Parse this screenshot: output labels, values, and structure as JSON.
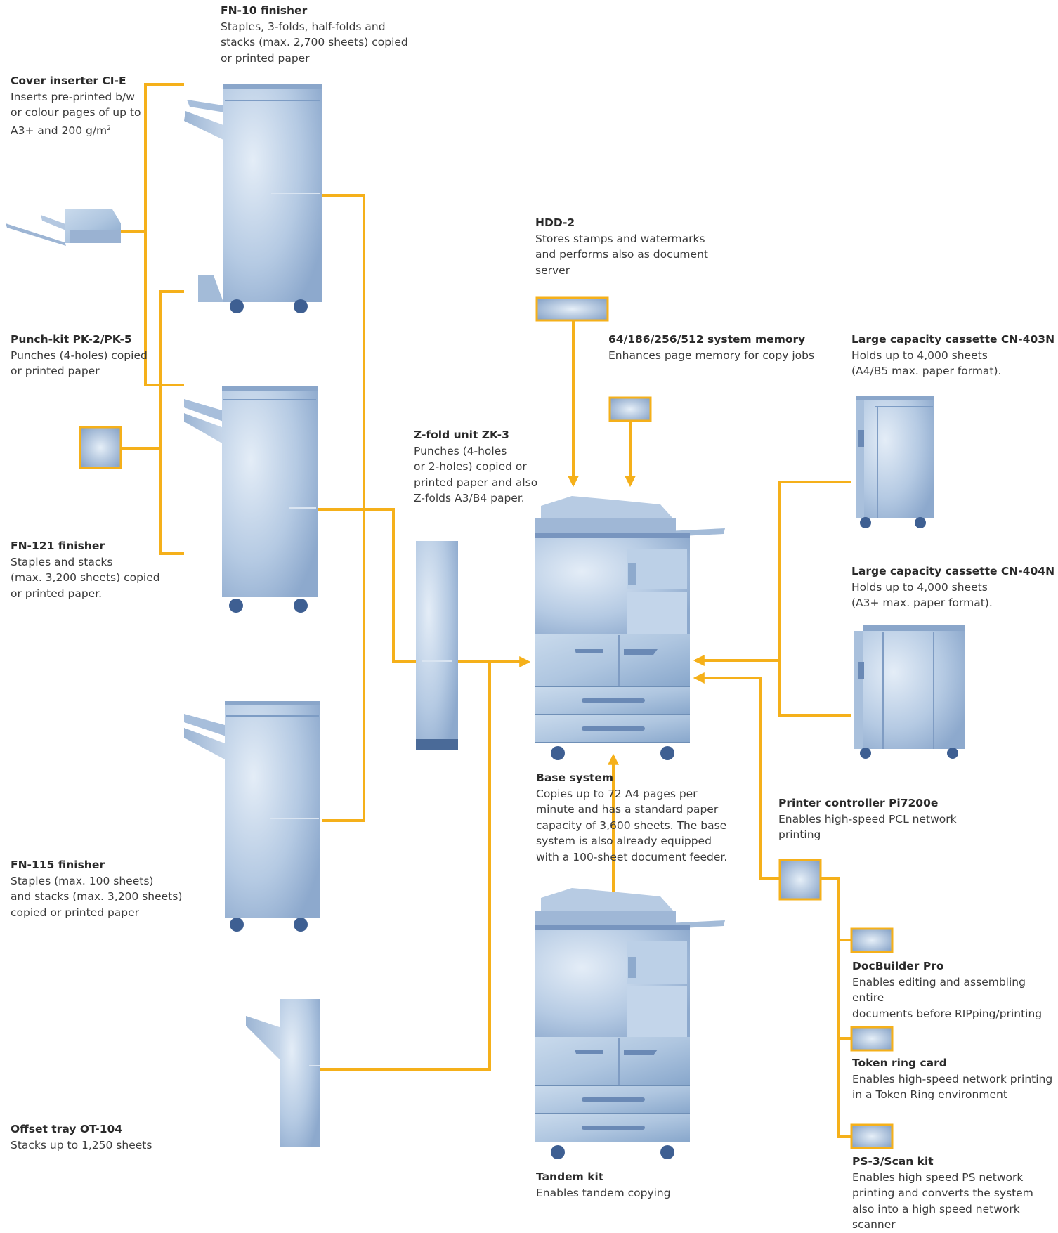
{
  "colors": {
    "connector": "#F5B01A",
    "machine_light": "#D3E1F0",
    "machine_mid": "#A9C1DC",
    "machine_dark": "#6F8FB6",
    "wheel": "#3E5F92",
    "module_border": "#F5B01A",
    "text": "#3b3b3b"
  },
  "labels": {
    "fn10": {
      "title": "FN-10 finisher",
      "desc": "Staples, 3-folds, half-folds and\nstacks (max. 2,700 sheets) copied\nor printed paper"
    },
    "ci_e": {
      "title": "Cover inserter CI-E",
      "desc": "Inserts pre-printed b/w\nor colour pages of up to\nA3+ and 200 g/m",
      "sup": "2"
    },
    "punch": {
      "title": "Punch-kit PK-2/PK-5",
      "desc": "Punches (4-holes) copied\nor printed paper"
    },
    "fn121": {
      "title": "FN-121 finisher",
      "desc": "Staples and stacks\n(max. 3,200 sheets) copied\nor printed paper."
    },
    "fn115": {
      "title": "FN-115 finisher",
      "desc": "Staples (max. 100 sheets)\nand stacks (max. 3,200 sheets)\ncopied or printed paper"
    },
    "offset": {
      "title": "Offset tray OT-104",
      "desc": "Stacks up to 1,250 sheets"
    },
    "zfold": {
      "title": "Z-fold unit ZK-3",
      "desc": "Punches (4-holes\nor 2-holes) copied or\nprinted paper and also\nZ-folds A3/B4 paper."
    },
    "hdd": {
      "title": "HDD-2",
      "desc": "Stores stamps and watermarks\nand performs also as document\nserver"
    },
    "memory": {
      "title": "64/186/256/512 system memory",
      "desc": "Enhances page memory for copy jobs"
    },
    "cn403": {
      "title": "Large capacity cassette CN-403N",
      "desc": "Holds up to 4,000 sheets\n(A4/B5 max. paper format)."
    },
    "cn404": {
      "title": "Large capacity cassette CN-404N",
      "desc": "Holds up to 4,000 sheets\n(A3+ max. paper format)."
    },
    "base": {
      "title": "Base system",
      "desc": "Copies up to 72 A4 pages per\nminute and has a standard paper\ncapacity of 3,600 sheets. The base\nsystem is also already equipped\nwith a 100-sheet document feeder."
    },
    "printer": {
      "title": "Printer controller Pi7200e",
      "desc": "Enables high-speed PCL network\nprinting"
    },
    "docb": {
      "title": "DocBuilder Pro",
      "desc": "Enables editing and assembling entire\ndocuments before RIPping/printing"
    },
    "token": {
      "title": "Token ring card",
      "desc": "Enables high-speed network printing\nin a Token Ring environment"
    },
    "ps3": {
      "title": "PS-3/Scan kit",
      "desc": "Enables high speed PS network\nprinting and converts the system\nalso into a high speed network\nscanner"
    },
    "tandem": {
      "title": "Tandem kit",
      "desc": "Enables tandem copying"
    }
  }
}
